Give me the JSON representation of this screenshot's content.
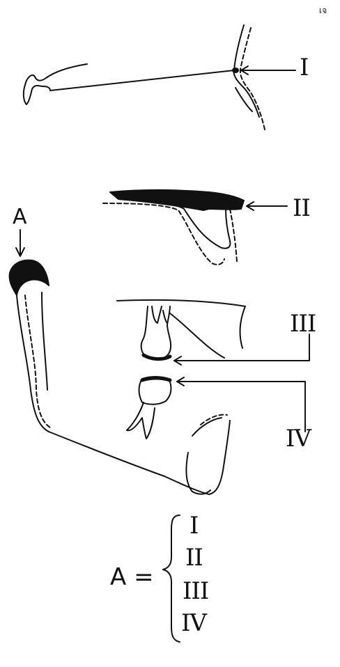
{
  "page_mark": "เจ",
  "figure": {
    "label_a": "A",
    "section_labels": [
      "I",
      "II",
      "III",
      "IV"
    ]
  },
  "equation": {
    "lhs": "A =",
    "terms": [
      "I",
      "II",
      "III",
      "IV"
    ]
  }
}
